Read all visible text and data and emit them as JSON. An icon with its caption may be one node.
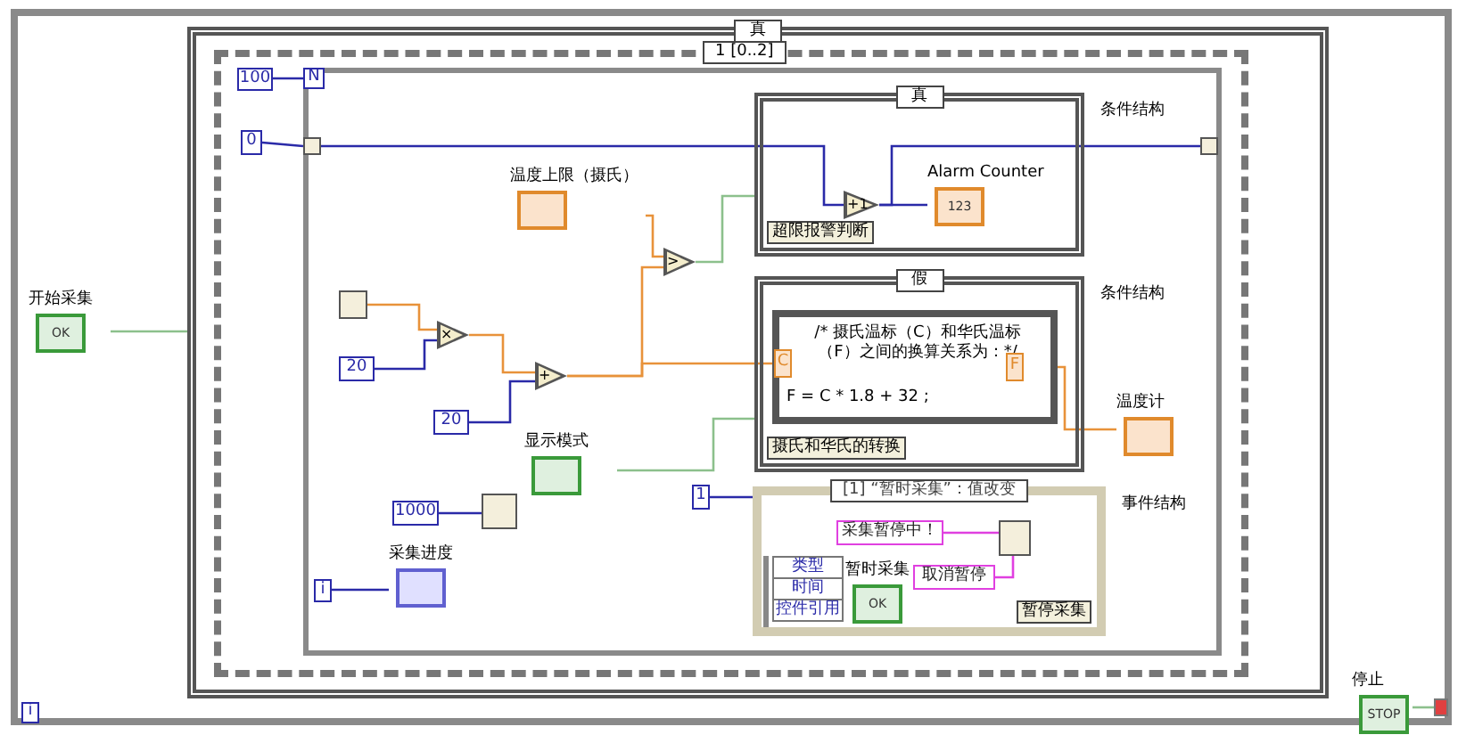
{
  "diagram": {
    "nodes": [
      {
        "text": [],
        "shape": "box"
      },
      {
        "text": [
          "开始采集",
          "OK"
        ],
        "in": 0
      },
      {
        "text": [
          "真"
        ],
        "in": 0
      },
      {
        "text": [
          "1 [0..2]"
        ],
        "in": 2
      },
      {
        "text": [],
        "shape": "box",
        "in": 3
      },
      {
        "text": [
          "100"
        ],
        "in": 3
      },
      {
        "text": [
          "N"
        ],
        "in": 4
      },
      {
        "text": [
          "0"
        ],
        "in": 3
      },
      {
        "text": [],
        "shape": "box",
        "in": 4
      },
      {
        "text": [
          "温度上限（摄氏）"
        ],
        "in": 4
      },
      {
        "text": [],
        "shape": "box",
        "in": 4
      },
      {
        "text": [
          "20"
        ],
        "in": 4
      },
      {
        "text": [
          "×"
        ],
        "in": 4
      },
      {
        "text": [
          "20"
        ],
        "in": 4
      },
      {
        "text": [
          "+"
        ],
        "in": 4
      },
      {
        "text": [
          ">"
        ],
        "in": 4
      },
      {
        "text": [
          "真",
          "超限报警判断"
        ],
        "beside": [
          "条件结构"
        ],
        "in": 4
      },
      {
        "text": [
          "+1"
        ],
        "in": 16
      },
      {
        "text": [
          "Alarm Counter",
          "123"
        ],
        "in": 16
      },
      {
        "text": [
          "假",
          "摄氏和华氏的转换"
        ],
        "beside": [
          "条件结构"
        ],
        "in": 4
      },
      {
        "text": [
          "/* 摄氏温标（C）和华氏温标（F）之间的换算关系为：*/",
          "F = C * 1.8 + 32 ;"
        ],
        "in": 19
      },
      {
        "text": [
          "C"
        ],
        "in": 20
      },
      {
        "text": [
          "F"
        ],
        "in": 20
      },
      {
        "text": [
          "温度计"
        ],
        "in": 4
      },
      {
        "text": [
          "显示模式"
        ],
        "in": 4
      },
      {
        "text": [
          "1000"
        ],
        "in": 4
      },
      {
        "text": [],
        "shape": "box",
        "in": 4
      },
      {
        "text": [
          "1"
        ],
        "in": 4
      },
      {
        "text": [
          "[1] “暂时采集”：值改变",
          "暂停采集"
        ],
        "beside": [
          "事件结构"
        ],
        "in": 4
      },
      {
        "text": [
          "类型",
          "时间",
          "控件引用"
        ],
        "in": 28
      },
      {
        "text": [
          "暂时采集",
          "OK"
        ],
        "in": 28
      },
      {
        "text": [
          "采集暂停中！"
        ],
        "in": 28
      },
      {
        "text": [
          "取消暂停"
        ],
        "in": 28
      },
      {
        "text": [],
        "shape": "box",
        "in": 28
      },
      {
        "text": [
          "i"
        ],
        "in": 4
      },
      {
        "text": [
          "采集进度"
        ],
        "in": 4
      },
      {
        "text": [],
        "shape": "box",
        "in": 4
      },
      {
        "text": [
          "停止",
          "STOP"
        ],
        "in": 0
      },
      {
        "text": [],
        "shape": "box",
        "in": 0
      },
      {
        "text": [
          "i"
        ],
        "in": 0
      }
    ],
    "edges": [
      {
        "from": 1,
        "to": 2,
        "arrow": "none",
        "color": "#8cc08c"
      },
      {
        "from": 5,
        "to": 6,
        "arrow": "none"
      },
      {
        "from": 7,
        "to": 8,
        "arrow": "none"
      },
      {
        "from": 8,
        "to": 17,
        "arrow": "none"
      },
      {
        "from": 17,
        "to": 18,
        "arrow": "none"
      },
      {
        "from": 17,
        "to": 36,
        "arrow": "none"
      },
      {
        "from": 9,
        "to": 15,
        "arrow": "none",
        "color": "#e8923a"
      },
      {
        "from": 10,
        "to": 12,
        "arrow": "none",
        "color": "#e8923a"
      },
      {
        "from": 11,
        "to": 12,
        "arrow": "none"
      },
      {
        "from": 12,
        "to": 14,
        "arrow": "none",
        "color": "#e8923a"
      },
      {
        "from": 13,
        "to": 14,
        "arrow": "none"
      },
      {
        "from": 14,
        "to": 15,
        "arrow": "none",
        "color": "#e8923a"
      },
      {
        "from": 14,
        "to": 21,
        "arrow": "none",
        "color": "#e8923a"
      },
      {
        "from": 15,
        "to": 16,
        "arrow": "none",
        "color": "#8cc08c"
      },
      {
        "from": 22,
        "to": 23,
        "arrow": "none",
        "color": "#e8923a"
      },
      {
        "from": 24,
        "to": 19,
        "arrow": "none",
        "color": "#8cc08c"
      },
      {
        "from": 25,
        "to": 26,
        "arrow": "none"
      },
      {
        "from": 27,
        "to": 28,
        "arrow": "none"
      },
      {
        "from": 34,
        "to": 35,
        "arrow": "none"
      },
      {
        "from": 31,
        "to": 33,
        "arrow": "none",
        "color": "#e040e0"
      },
      {
        "from": 32,
        "to": 33,
        "arrow": "none",
        "color": "#e040e0"
      },
      {
        "from": 37,
        "to": 38,
        "arrow": "none",
        "color": "#8cc08c"
      }
    ]
  }
}
